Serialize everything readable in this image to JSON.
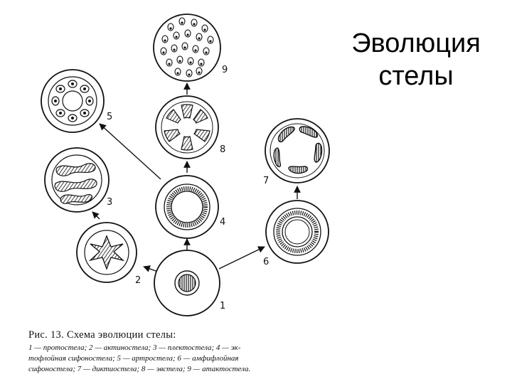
{
  "slide": {
    "title_line1": "Эволюция",
    "title_line2": "стелы"
  },
  "diagram": {
    "stages": [
      {
        "number": "1",
        "name": "протостела"
      },
      {
        "number": "2",
        "name": "актиностела"
      },
      {
        "number": "3",
        "name": "плектостела"
      },
      {
        "number": "4",
        "name": "эктофлойная сифоностела"
      },
      {
        "number": "5",
        "name": "артростела"
      },
      {
        "number": "6",
        "name": "амфифлойная сифоностела"
      },
      {
        "number": "7",
        "name": "диктиостела"
      },
      {
        "number": "8",
        "name": "эвстела"
      },
      {
        "number": "9",
        "name": "атактостела"
      }
    ]
  },
  "caption": {
    "title": "Рис. 13. Схема эволюции стелы:",
    "line1": "1 — протостела;   2 — актиностела;   3 — плектостела;   4 — эк-",
    "line2": "тофлойная   сифоностела;   5 — артростела;   6 — амфифлойная",
    "line3": "сифоностела;  7 — диктиостела;  8 — эвстела;  9 — атактостела."
  }
}
